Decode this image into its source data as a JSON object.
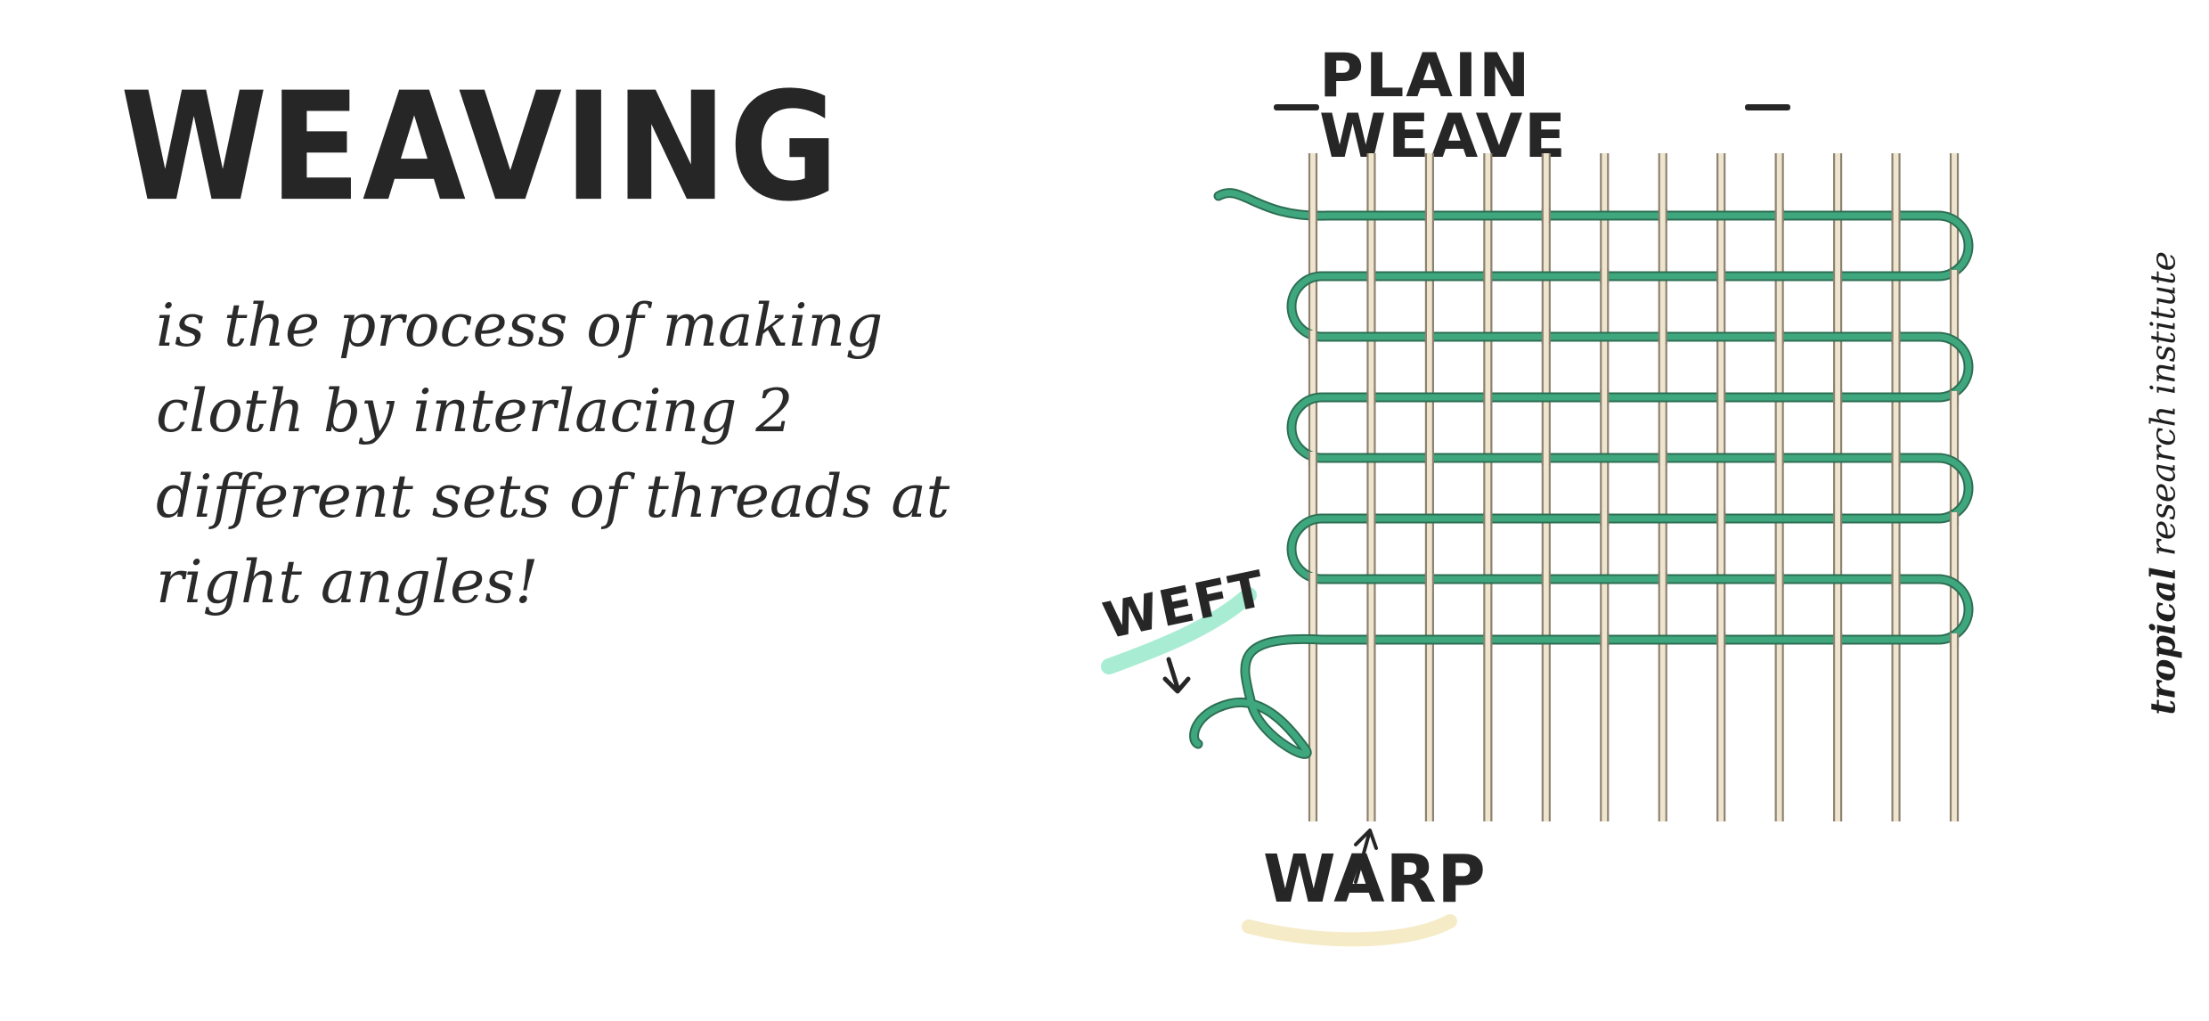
{
  "title": "WEAVING",
  "description": "is the process of making cloth by interlacing 2 different sets of threads at right angles!",
  "diagram": {
    "heading": "PLAIN WEAVE",
    "weft_label": "WEFT",
    "warp_label": "WARP",
    "warp_thread_count": 12,
    "weft_row_count": 8,
    "colors": {
      "weft": "#3fa77e",
      "weft_highlight": "#a8ecd3",
      "warp": "#8c8270",
      "warp_fill": "#efe5cf",
      "warp_highlight": "#f6ebc7",
      "ink": "#262626"
    }
  },
  "credit": {
    "bold": "tropical",
    "rest": "research institute"
  }
}
